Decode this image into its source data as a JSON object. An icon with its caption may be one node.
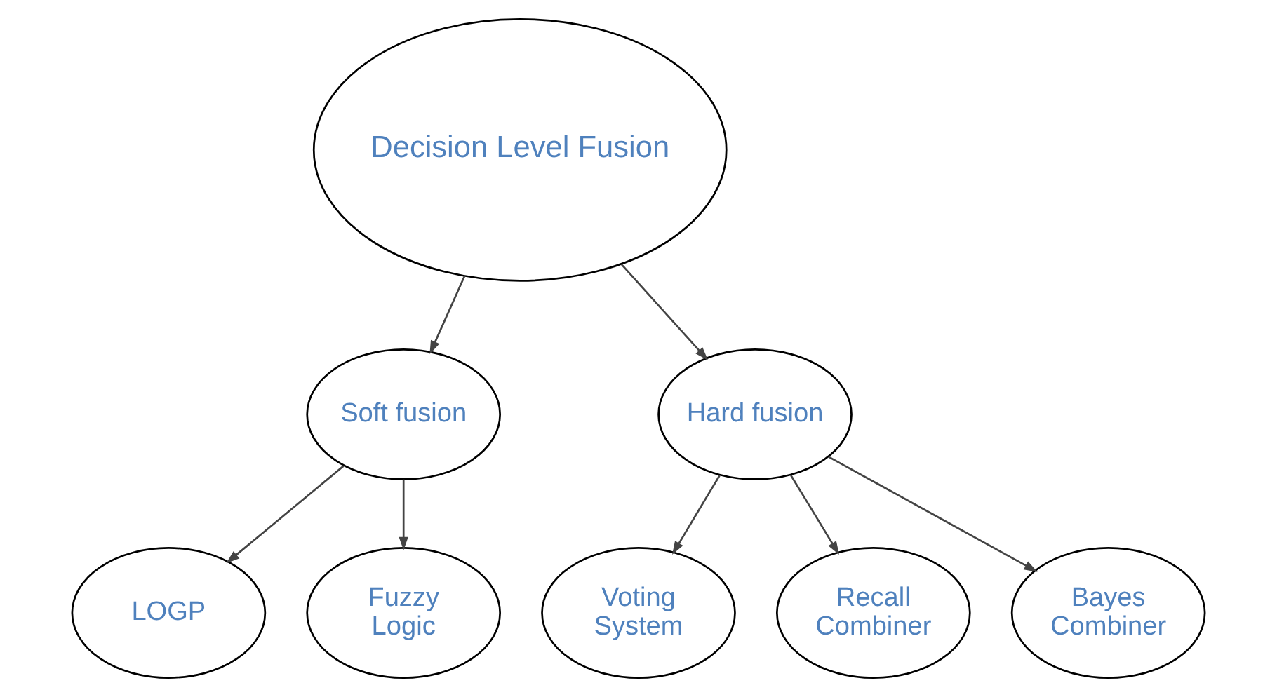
{
  "diagram": {
    "nodes": [
      {
        "text": [
          "Decision Level Fusion"
        ]
      },
      {
        "text": [
          "Soft fusion"
        ]
      },
      {
        "text": [
          "Hard fusion"
        ]
      },
      {
        "text": [
          "LOGP"
        ]
      },
      {
        "text": [
          "Fuzzy Logic"
        ]
      },
      {
        "text": [
          "Voting System"
        ]
      },
      {
        "text": [
          "Recall Combiner"
        ]
      },
      {
        "text": [
          "Bayes Combiner"
        ]
      }
    ],
    "edges": [
      {
        "from": 0,
        "to": 1,
        "arrow": "to"
      },
      {
        "from": 0,
        "to": 2,
        "arrow": "to"
      },
      {
        "from": 1,
        "to": 3,
        "arrow": "to"
      },
      {
        "from": 1,
        "to": 4,
        "arrow": "to"
      },
      {
        "from": 2,
        "to": 5,
        "arrow": "to"
      },
      {
        "from": 2,
        "to": 6,
        "arrow": "to"
      },
      {
        "from": 2,
        "to": 7,
        "arrow": "to"
      }
    ]
  }
}
